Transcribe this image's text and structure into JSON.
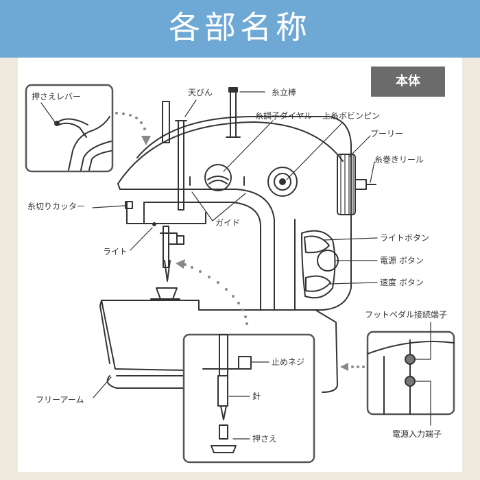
{
  "header": {
    "title": "各部名称",
    "bg_color": "#6ea9d6"
  },
  "badge": {
    "label": "本体"
  },
  "callouts": {
    "presser_lever": "押さえレバー",
    "needle_area": "needle-closeup",
    "ports": "port-closeup"
  },
  "labels": {
    "tenbin": "天びん",
    "itatebo": "糸立棒",
    "ito_dial": "糸調子ダイヤル",
    "upper_bobbin_pin": "上糸ボビンピン",
    "pulley": "プーリー",
    "winder": "糸巻きリール",
    "thread_cutter": "糸切りカッター",
    "guide": "ガイド",
    "light": "ライト",
    "light_button": "ライトボタン",
    "power_button": "電源 ボタン",
    "speed_button": "速度 ボタン",
    "free_arm": "フリーアーム",
    "set_screw": "止めネジ",
    "needle": "針",
    "presser_foot": "押さえ",
    "foot_pedal_port": "フットペダル接続端子",
    "power_input_port": "電源入力端子"
  },
  "colors": {
    "line": "#333333",
    "callout_border": "#555555",
    "arrow_dots": "#888888",
    "linen": "#efe8dc"
  }
}
